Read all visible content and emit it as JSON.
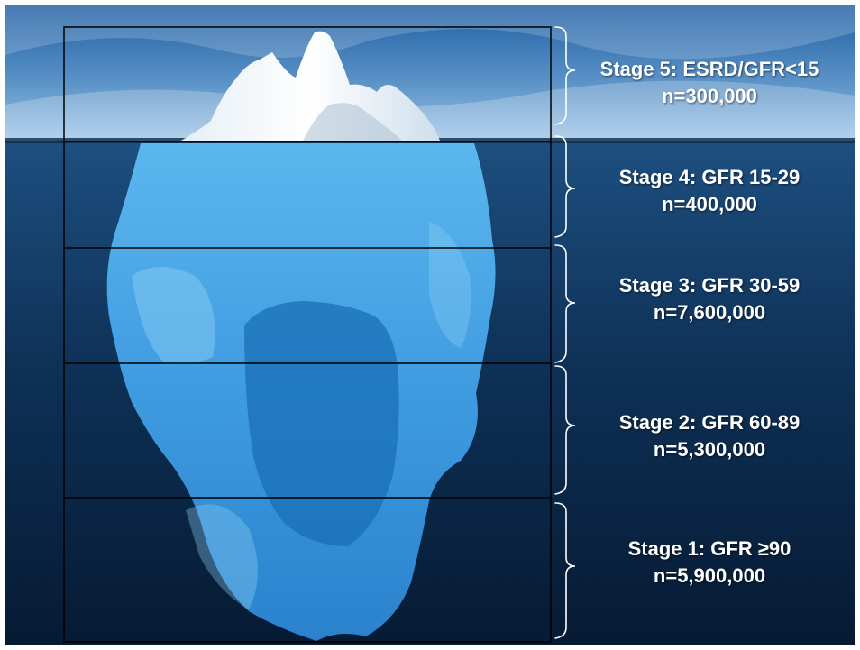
{
  "colors": {
    "sky_top": "#1f5fa3",
    "sky_bottom": "#9ec4e6",
    "water_top": "#1d4f80",
    "water_bottom": "#061a33",
    "ice_above": "#f2f7fb",
    "ice_below": "#3f9be0",
    "ice_deep": "#1a6fb5",
    "box_outline": "#000000",
    "brace": "#ffffff",
    "label_text": "#ffffff"
  },
  "icons": {
    "brace": "right-curly-brace-icon",
    "iceberg": "iceberg-illustration"
  },
  "stages": [
    {
      "title": "Stage 5: ESRD/GFR<15",
      "count": "n=300,000"
    },
    {
      "title": "Stage 4: GFR 15-29",
      "count": "n=400,000"
    },
    {
      "title": "Stage 3: GFR 30-59",
      "count": "n=7,600,000"
    },
    {
      "title": "Stage 2: GFR 60-89",
      "count": "n=5,300,000"
    },
    {
      "title": "Stage 1: GFR ≥90",
      "count": "n=5,900,000"
    }
  ]
}
